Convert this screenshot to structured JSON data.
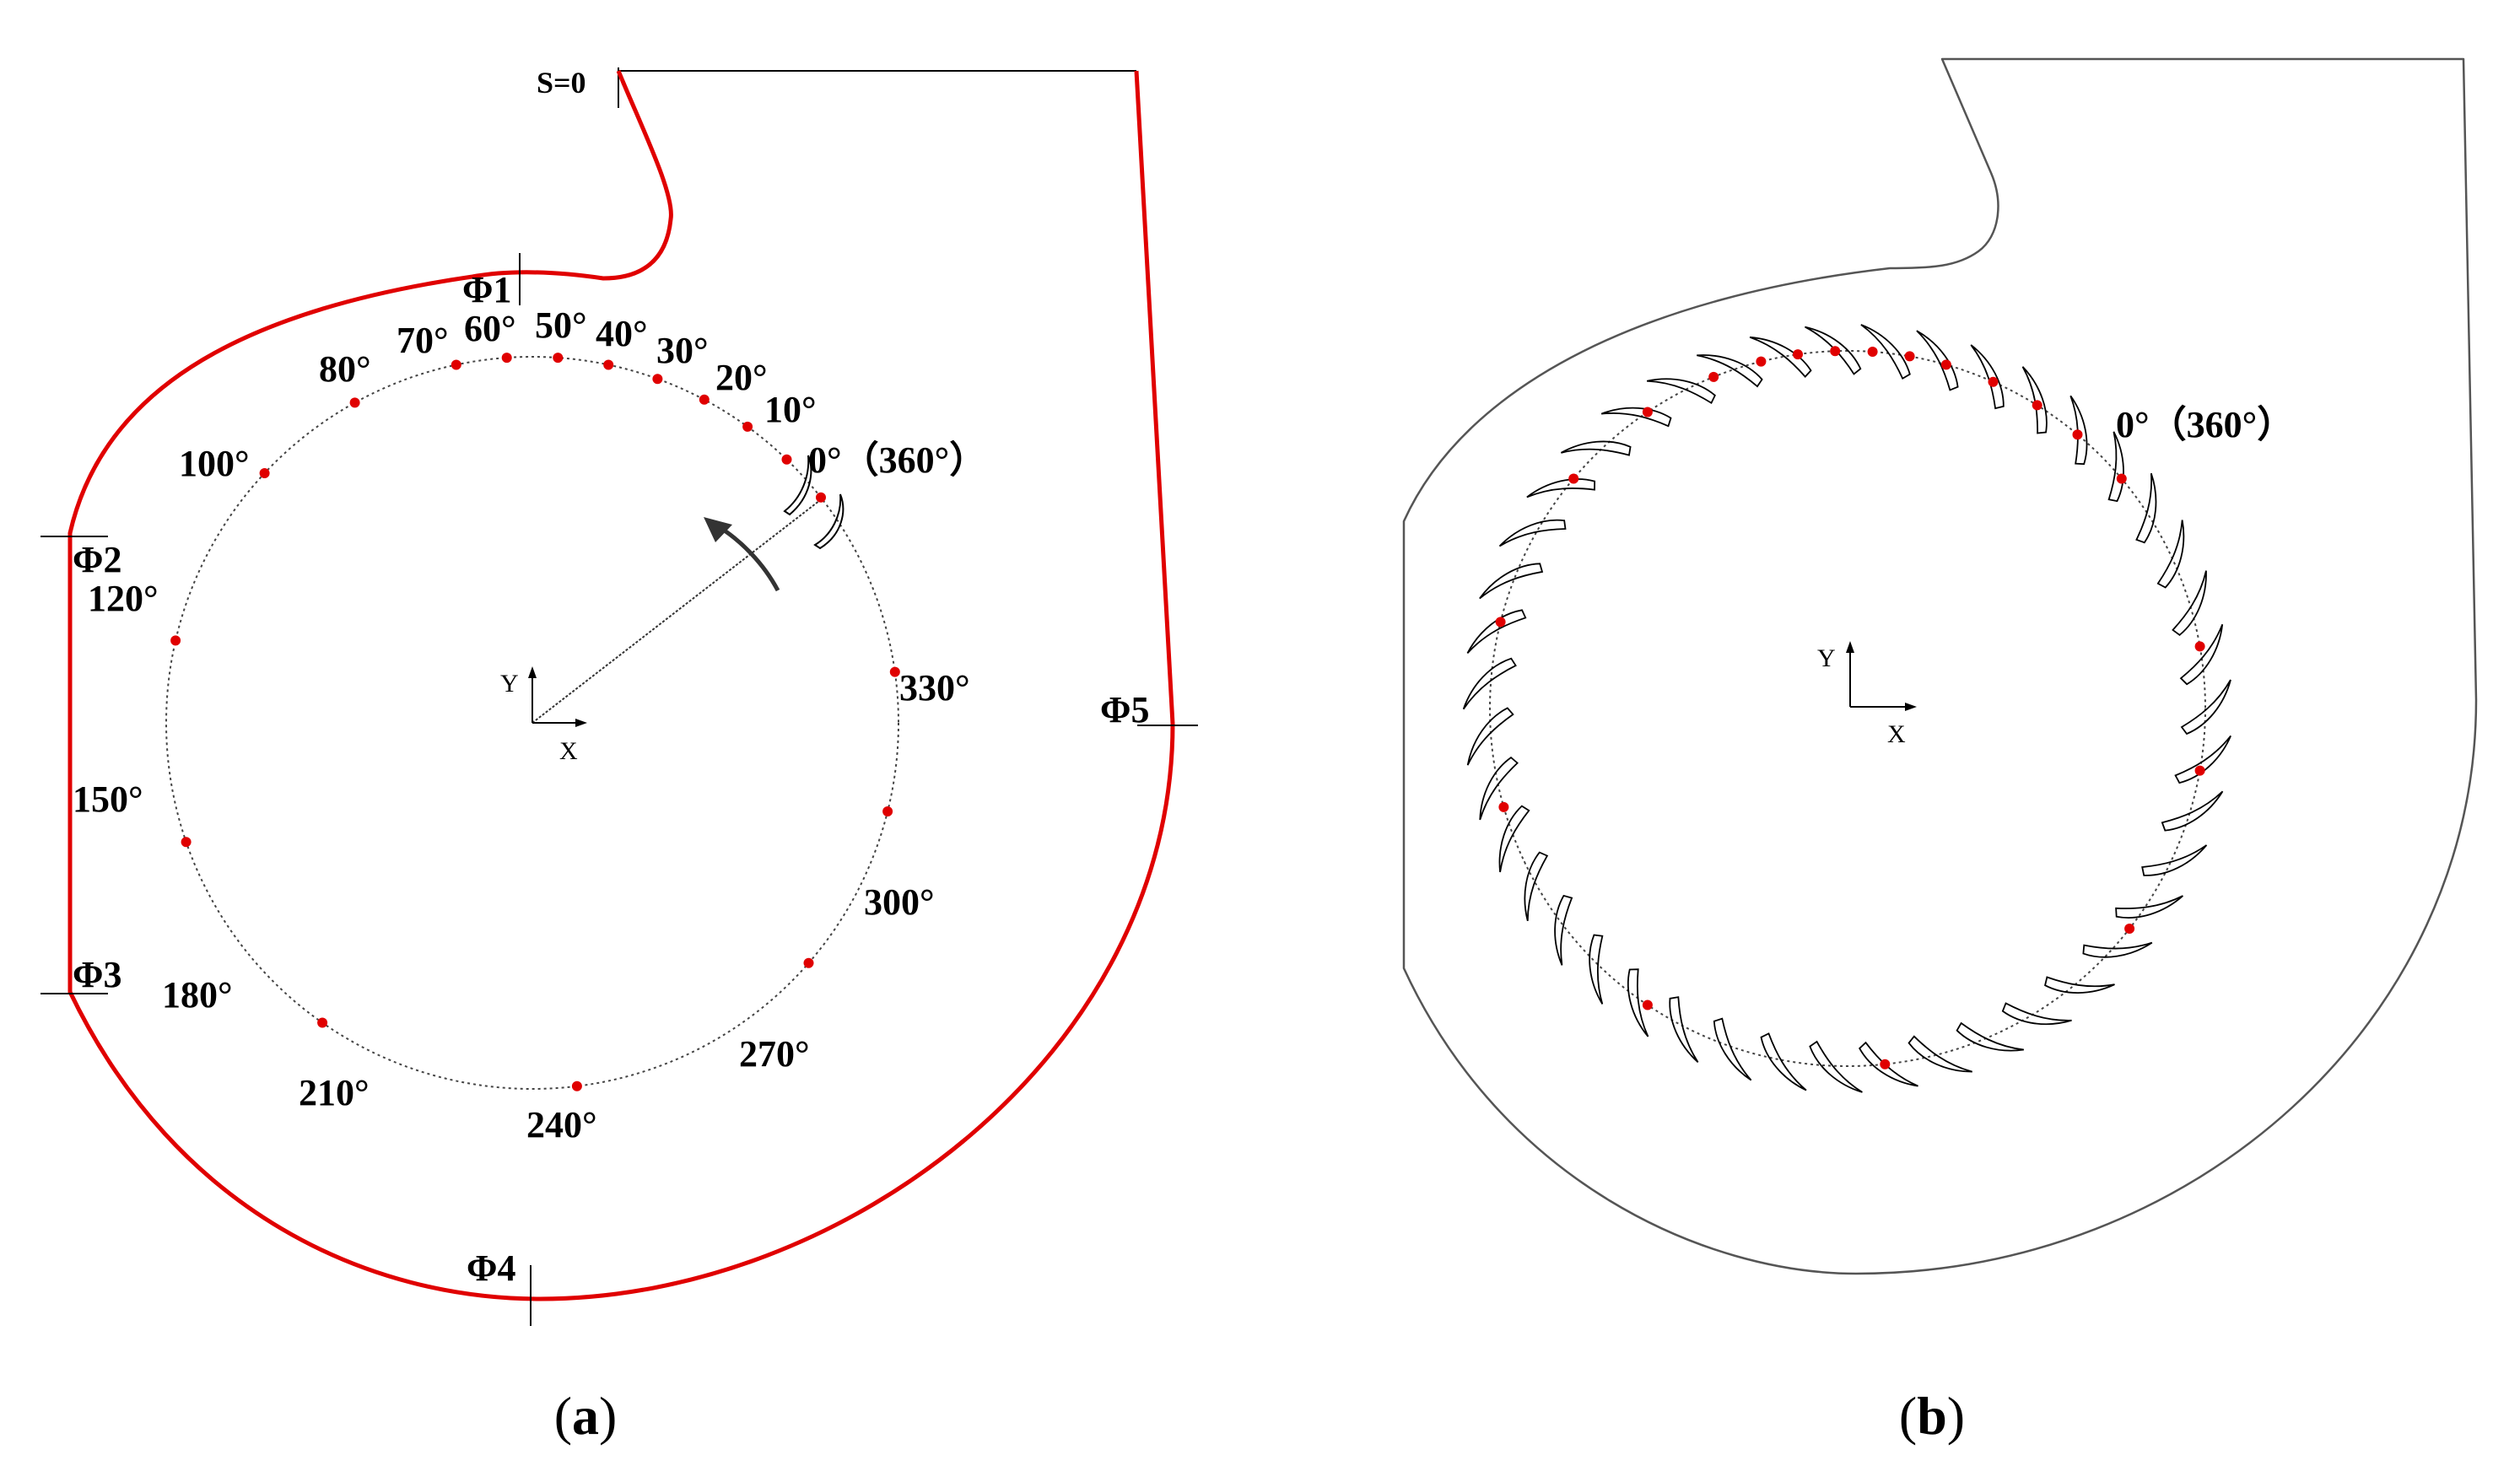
{
  "colors": {
    "volute": "#e00000",
    "marker": "#e00000",
    "line": "#000000"
  },
  "panel_a": {
    "caption_letter": "a",
    "start_label": "S=0",
    "sections": [
      "Φ1",
      "Φ2",
      "Φ3",
      "Φ4",
      "Φ5"
    ],
    "angle_labels": [
      "0°（360°）",
      "10°",
      "20°",
      "30°",
      "40°",
      "50°",
      "60°",
      "70°",
      "80°",
      "100°",
      "120°",
      "150°",
      "180°",
      "210°",
      "240°",
      "270°",
      "300°",
      "330°"
    ],
    "axis_y": "Y",
    "axis_x": "X"
  },
  "panel_b": {
    "caption_letter": "b",
    "angle_label": "0°（360°）",
    "axis_y": "Y",
    "axis_x": "X",
    "blade_count": 43
  }
}
